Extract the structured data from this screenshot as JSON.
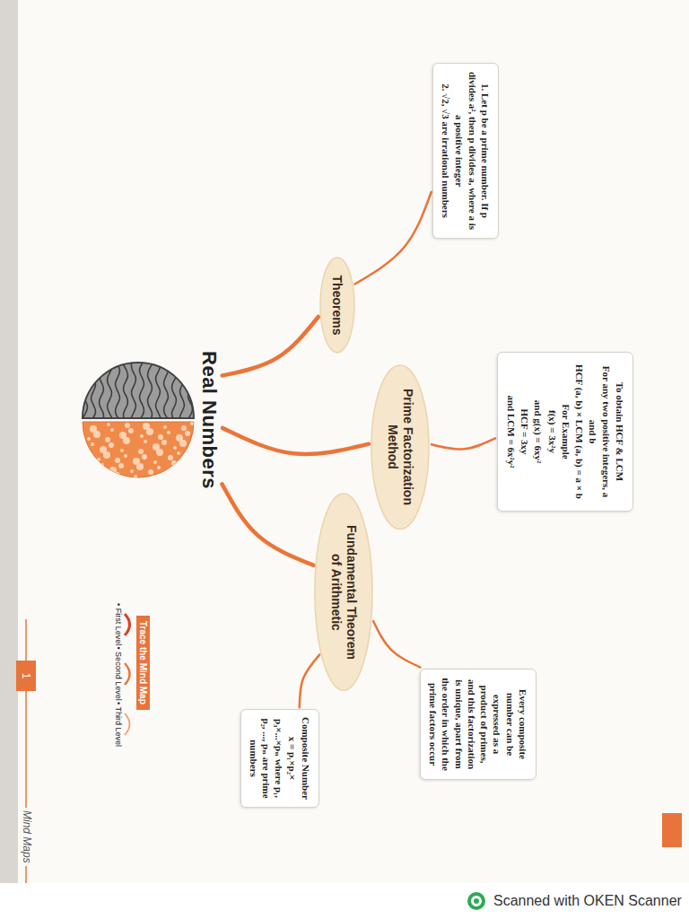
{
  "diagram": {
    "nodes": [
      {
        "text": [
          "Real Numbers"
        ]
      },
      {
        "text": [
          "Theorems"
        ]
      },
      {
        "text": [
          "1. Let p be a prime number. If p divides a², then p divides a, where a is a positive integer",
          "2. √2, √3 are irrational numbers"
        ]
      },
      {
        "text": [
          "Prime Factorization Method"
        ]
      },
      {
        "text": [
          "To obtain HCF & LCM",
          "For any two positive integers, a and b",
          "HCF (a, b) × LCM (a, b) = a × b",
          "For Example",
          "f(x) = 3x²y",
          "and g(x) = 6xy²",
          "HCF = 3xy",
          "and LCM = 6x²y²"
        ]
      },
      {
        "text": [
          "Fundamental Theorem of Arithmetic"
        ]
      },
      {
        "text": [
          "Every composite number can be expressed as a product of primes, and this factorization is unique, apart from the order in which the prime factors occur"
        ]
      },
      {
        "text": [
          "Composite Number",
          "x = p₁×p₂× p₃×...×pₙ where p₁, p₂, ..., pₙ are prime numbers"
        ]
      }
    ],
    "edges": [
      {
        "from": 0,
        "to": 1,
        "arrow": "none"
      },
      {
        "from": 1,
        "to": 2,
        "arrow": "none"
      },
      {
        "from": 0,
        "to": 3,
        "arrow": "none"
      },
      {
        "from": 3,
        "to": 4,
        "arrow": "none"
      },
      {
        "from": 0,
        "to": 5,
        "arrow": "none"
      },
      {
        "from": 5,
        "to": 6,
        "arrow": "none"
      },
      {
        "from": 5,
        "to": 7,
        "arrow": "none"
      }
    ],
    "labels": [
      "Trace the Mind Map",
      "Mind Maps",
      "1",
      "Scanned with OKEN Scanner"
    ],
    "legend": [
      {
        "text": "• First Level"
      },
      {
        "text": "• Second Level"
      },
      {
        "text": "• Third Level"
      }
    ]
  }
}
